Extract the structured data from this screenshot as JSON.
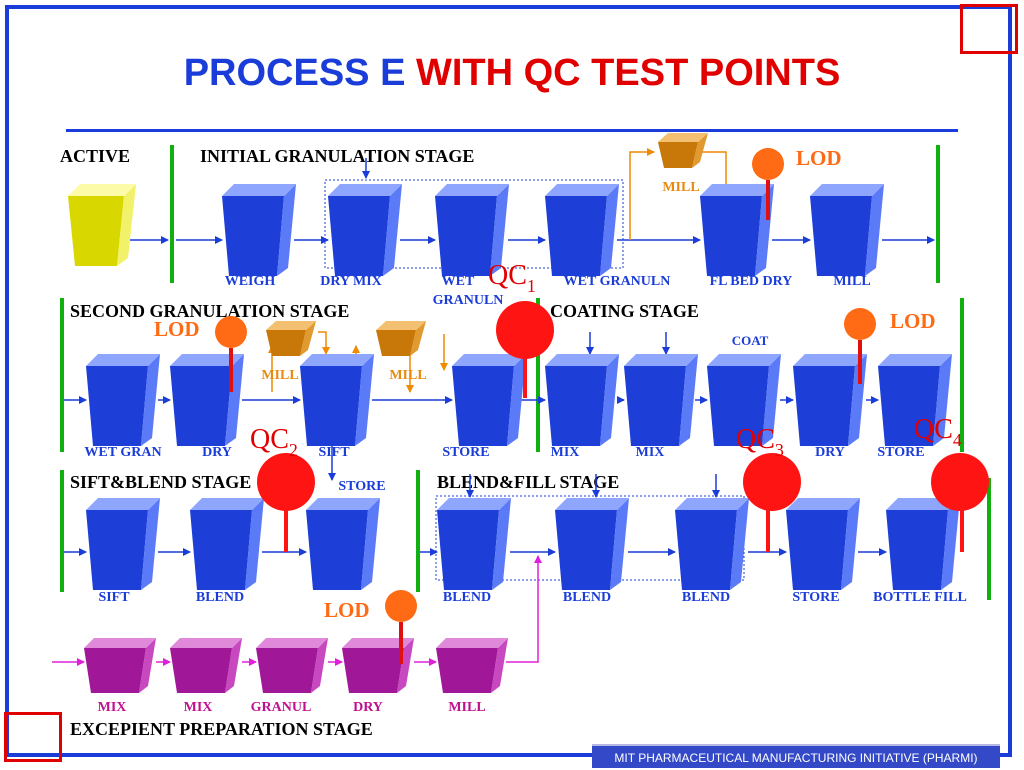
{
  "title": {
    "part1": "PROCESS E",
    "part2": "WITH QC TEST POINTS"
  },
  "footer": "MIT PHARMACEUTICAL MANUFACTURING INITIATIVE (PHARMI)",
  "colors": {
    "blue_unit": "#1e3ed8",
    "active": "#d8d800",
    "excipient": "#a01898",
    "mill": "#c87808",
    "qc_red": "#ff1414",
    "lod_orange": "#ff6a14",
    "stage_green": "#10b010",
    "flow_blue": "#1a3cd8",
    "magenta_flow": "#e020d8"
  },
  "stages": {
    "active": "ACTIVE",
    "initial": "INITIAL GRANULATION STAGE",
    "second": "SECOND GRANULATION STAGE",
    "coating": "COATING  STAGE",
    "siftblend": "SIFT&BLEND STAGE",
    "blendfill": "BLEND&FILL STAGE",
    "excipient": "EXCEPIENT PREPARATION STAGE"
  },
  "row1": {
    "weigh": "WEIGH",
    "drymix": "DRY MIX",
    "wet_a": "WET",
    "wet_b": "GRANULN",
    "wetgranuln": "WET GRANULN",
    "flbeddry": "FL BED DRY",
    "mill": "MILL",
    "mill_side": "MILL"
  },
  "row2": {
    "wetgran": "WET GRAN",
    "dry": "DRY",
    "sift": "SIFT",
    "store": "STORE",
    "mix1": "MIX",
    "mix2": "MIX",
    "dry2": "DRY",
    "store2": "STORE",
    "mill_a": "MILL",
    "mill_b": "MILL",
    "coat": "COAT"
  },
  "row3": {
    "sift": "SIFT",
    "blend": "BLEND",
    "store_top": "STORE",
    "blend1": "BLEND",
    "blend2": "BLEND",
    "blend3": "BLEND",
    "store": "STORE",
    "bottlefill": "BOTTLE FILL"
  },
  "row4": {
    "mix1": "MIX",
    "mix2": "MIX",
    "granul": "GRANUL",
    "dry": "DRY",
    "mill": "MILL"
  },
  "qc": {
    "qc1": {
      "prefix": "QC",
      "sub": "1"
    },
    "qc2": {
      "prefix": "QC",
      "sub": "2"
    },
    "qc3": {
      "prefix": "QC",
      "sub": "3"
    },
    "qc4": {
      "prefix": "QC",
      "sub": "4"
    }
  },
  "lod": "LOD"
}
